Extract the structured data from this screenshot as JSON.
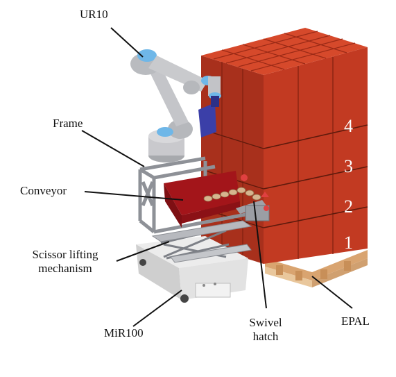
{
  "labels": {
    "ur10": "UR10",
    "frame": "Frame",
    "conveyor": "Conveyor",
    "scissor_line1": "Scissor lifting",
    "scissor_line2": "mechanism",
    "mir100": "MiR100",
    "swivel_line1": "Swivel",
    "swivel_line2": "hatch",
    "epal": "EPAL"
  },
  "layers": [
    "1",
    "2",
    "3",
    "4"
  ],
  "colors": {
    "box_front": "#c23a22",
    "box_side": "#a8301c",
    "box_top": "#d6492b",
    "pallet": "#e3b98a",
    "robot_body": "#c9c9cd",
    "robot_joint": "#6fb7e8",
    "gripper": "#3b3fa8",
    "conveyor_bin": "#a3151a",
    "frame": "#9a9da3",
    "mir_base": "#d9d9d9"
  }
}
